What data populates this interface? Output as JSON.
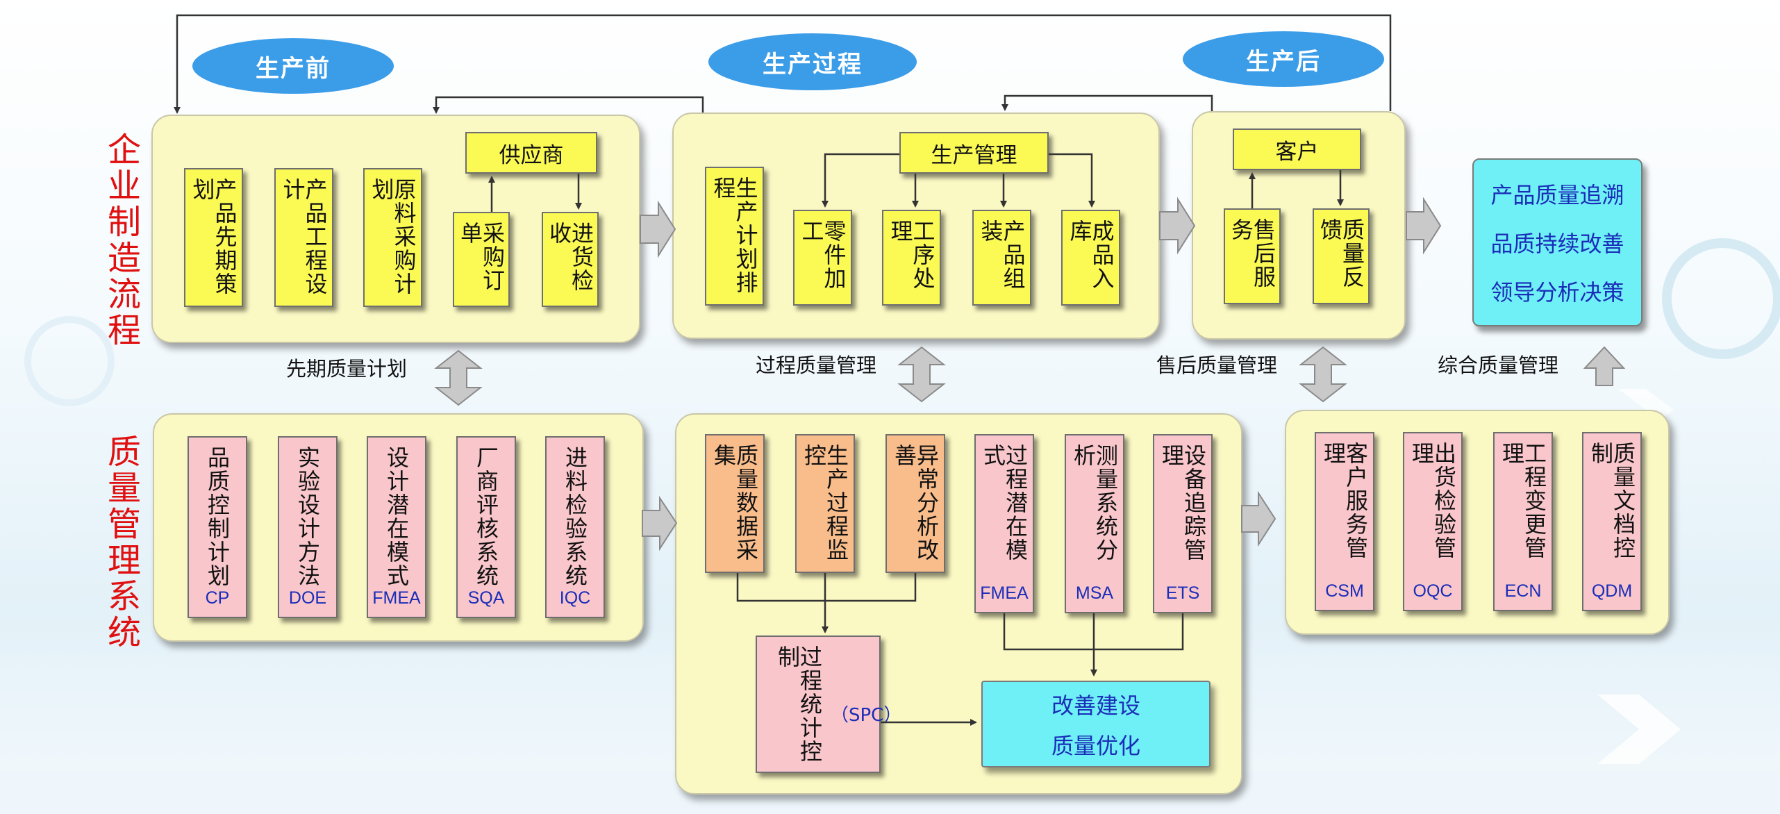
{
  "phases": {
    "pre": "生产前",
    "during": "生产过程",
    "post": "生产后"
  },
  "side_labels": {
    "enterprise": "企业制造流程",
    "quality": "质量管理系统"
  },
  "flow_labels": {
    "advance_plan": "先期质量计划",
    "process_mgmt": "过程质量管理",
    "aftersale_mgmt": "售后质量管理",
    "integrated_mgmt": "综合质量管理"
  },
  "enterprise": {
    "pre": {
      "items": [
        "产品先期策划",
        "产品工程设计",
        "原料采购计划"
      ],
      "supplier": "供应商",
      "supplier_items": [
        "采购订单",
        "进货检收"
      ]
    },
    "during": {
      "schedule": "生产计划排程",
      "manager": "生产管理",
      "items": [
        "零件加工",
        "工序处理",
        "产品组装",
        "成品入库"
      ]
    },
    "post": {
      "customer": "客户",
      "items": [
        "售后服务",
        "质量反馈"
      ]
    },
    "result_lines": [
      "产品质量追溯",
      "品质持续改善",
      "领导分析决策"
    ]
  },
  "quality": {
    "pre": [
      {
        "text": "品质控制计划",
        "code": "CP"
      },
      {
        "text": "实验设计方法",
        "code": "DOE"
      },
      {
        "text": "设计潜在模式",
        "code": "FMEA"
      },
      {
        "text": "厂商评核系统",
        "code": "SQA"
      },
      {
        "text": "进料检验系统",
        "code": "IQC"
      }
    ],
    "during_orange": [
      "质量数据采集",
      "生产过程监控",
      "异常分析改善"
    ],
    "during_pink": [
      {
        "text": "过程潜在模式",
        "code": "FMEA"
      },
      {
        "text": "测量系统分析",
        "code": "MSA"
      },
      {
        "text": "设备追踪管理",
        "code": "ETS"
      }
    ],
    "spc": {
      "text": "过程统计控制",
      "code": "（SPC）"
    },
    "improve_lines": [
      "改善建设",
      "质量优化"
    ],
    "post": [
      {
        "text": "客户服务管理",
        "code": "CSM"
      },
      {
        "text": "出货检验管理",
        "code": "OQC"
      },
      {
        "text": "工程变更管理",
        "code": "ECN"
      },
      {
        "text": "质量文档控制",
        "code": "QDM"
      }
    ]
  },
  "colors": {
    "panel": "#faf8c3",
    "yellow_box": "#fbfa55",
    "pink_box": "#f8c6cb",
    "orange_box": "#f9bd8c",
    "cyan_box": "#6ff0f6",
    "ellipse": "#3b9ce8",
    "side_label": "#e01010",
    "code_text": "#1a2db8"
  }
}
